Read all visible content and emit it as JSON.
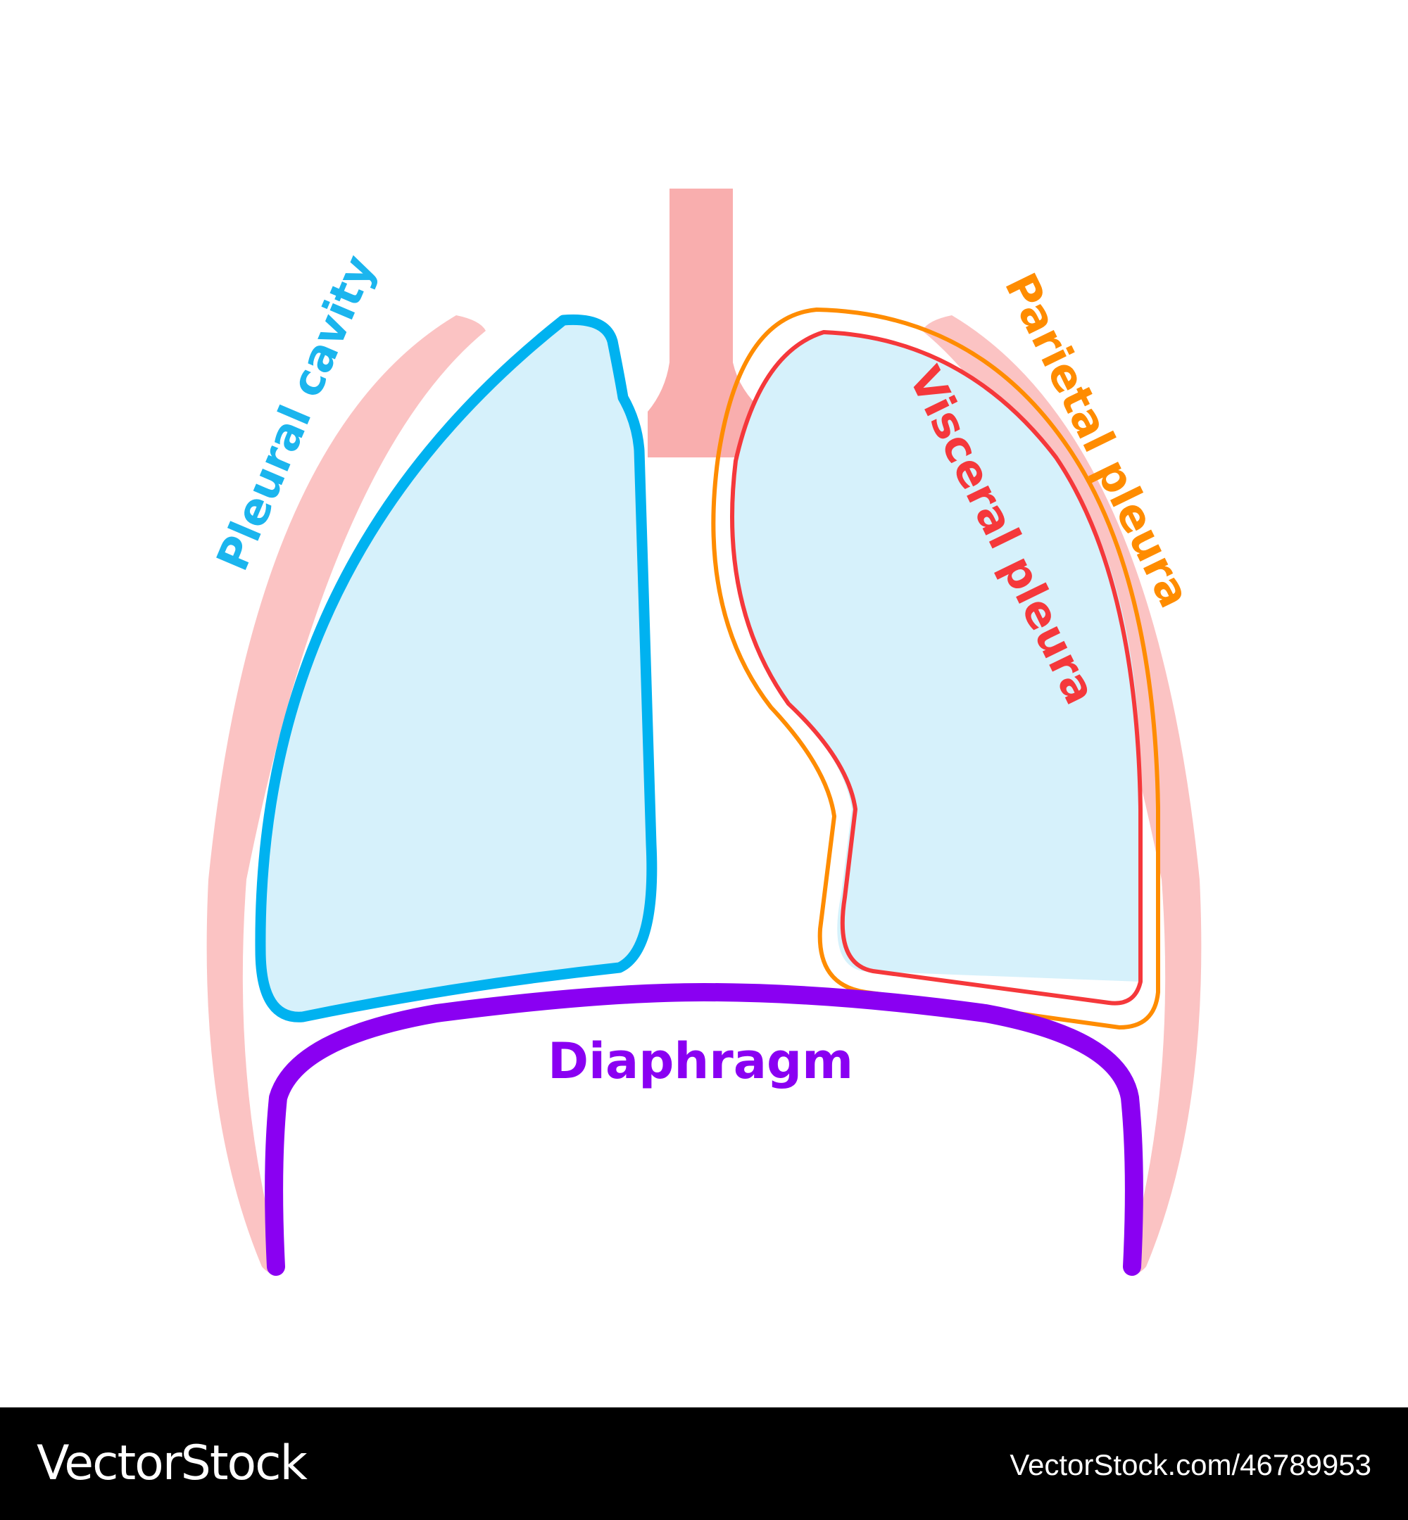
{
  "labels": {
    "pleural_cavity": "Pleural cavity",
    "parietal_pleura": "Parietal pleura",
    "visceral_pleura": "Visceral pleura",
    "diaphragm": "Diaphragm"
  },
  "footer": {
    "brand": "VectorStock",
    "url": "VectorStock.com/46789953"
  },
  "colors": {
    "trachea": "#f9aeae",
    "ribs": "#fbc3c3",
    "lung_fill": "#d6f1fb",
    "lung_outline": "#00b2f0",
    "parietal_pleura": "#ff8c00",
    "visceral_pleura": "#f5383b",
    "diaphragm": "#8a00f2",
    "pleural_cavity_label": "#1bb5ee",
    "footer_bg": "#000000"
  }
}
